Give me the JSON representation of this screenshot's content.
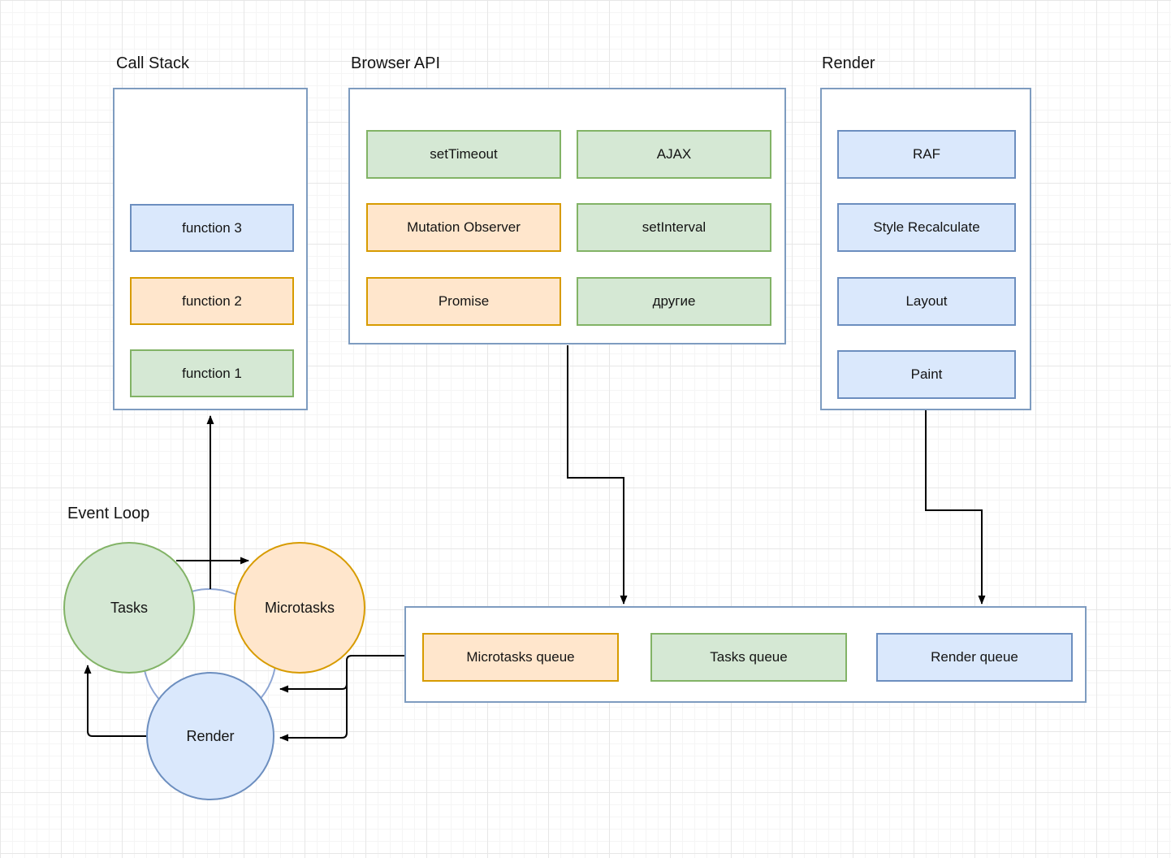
{
  "colors": {
    "green_fill": "#d5e8d4",
    "green_stroke": "#82b366",
    "orange_fill": "#ffe6cc",
    "orange_stroke": "#d79b00",
    "blue_fill": "#dae8fc",
    "blue_stroke": "#6c8ebf",
    "container_fill": "#ffffff",
    "container_stroke": "#7e9cc0",
    "ring_stroke": "#8da5d3",
    "connector": "#000000",
    "text": "#141414"
  },
  "sections": {
    "call_stack": {
      "title": "Call Stack",
      "items": [
        {
          "label": "function 3",
          "color": "blue"
        },
        {
          "label": "function 2",
          "color": "orange"
        },
        {
          "label": "function 1",
          "color": "green"
        }
      ]
    },
    "browser_api": {
      "title": "Browser API",
      "items": [
        {
          "label": "setTimeout",
          "color": "green"
        },
        {
          "label": "AJAX",
          "color": "green"
        },
        {
          "label": "Mutation Observer",
          "color": "orange"
        },
        {
          "label": "setInterval",
          "color": "green"
        },
        {
          "label": "Promise",
          "color": "orange"
        },
        {
          "label": "другие",
          "color": "green"
        }
      ]
    },
    "render_pipeline": {
      "title": "Render",
      "items": [
        {
          "label": "RAF",
          "color": "blue"
        },
        {
          "label": "Style Recalculate",
          "color": "blue"
        },
        {
          "label": "Layout",
          "color": "blue"
        },
        {
          "label": "Paint",
          "color": "blue"
        }
      ]
    },
    "event_loop": {
      "title": "Event Loop",
      "circles": [
        {
          "label": "Tasks",
          "color": "green"
        },
        {
          "label": "Microtasks",
          "color": "orange"
        },
        {
          "label": "Render",
          "color": "blue"
        }
      ]
    },
    "queues": {
      "items": [
        {
          "label": "Microtasks queue",
          "color": "orange"
        },
        {
          "label": "Tasks queue",
          "color": "green"
        },
        {
          "label": "Render queue",
          "color": "blue"
        }
      ]
    }
  }
}
